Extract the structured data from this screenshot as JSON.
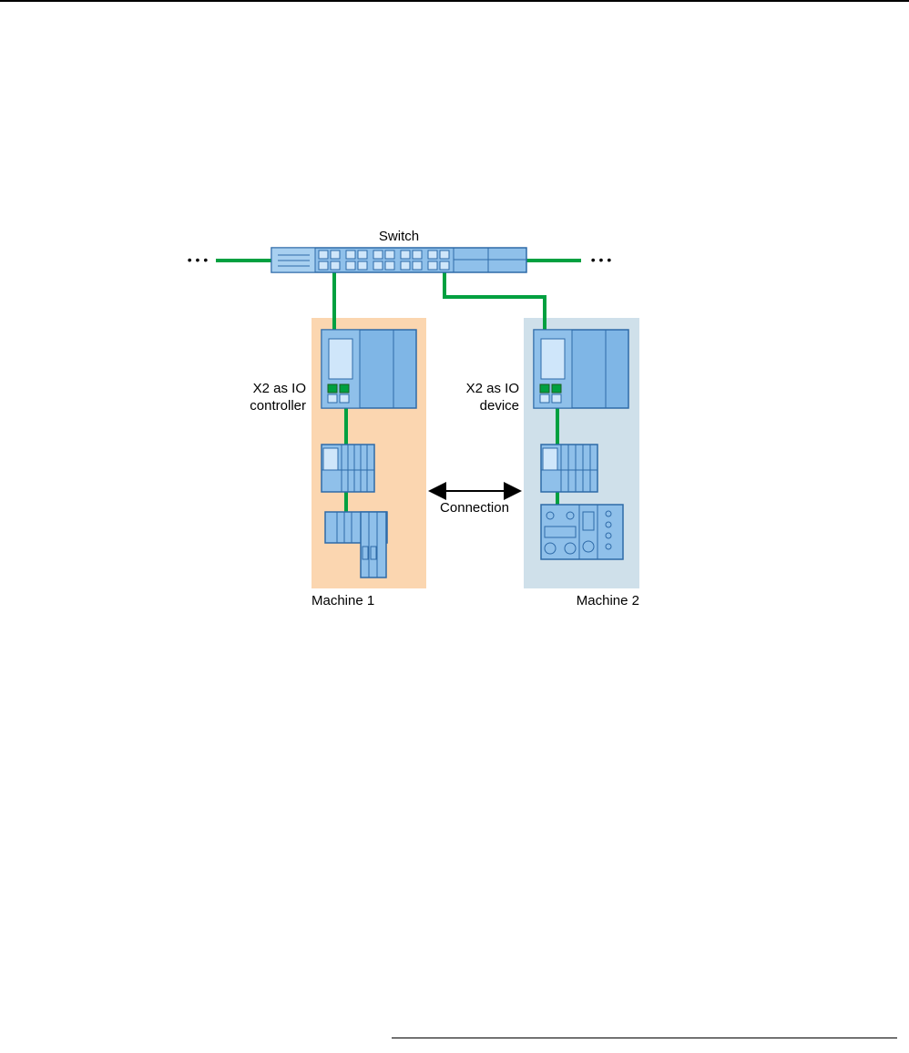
{
  "diagram": {
    "switch_label": "Switch",
    "ellipsis_left": "• • •",
    "ellipsis_right": "• • •",
    "left_role_line1": "X2 as IO",
    "left_role_line2": "controller",
    "right_role_line1": "X2 as IO",
    "right_role_line2": "device",
    "connection_label": "Connection",
    "machine1_label": "Machine 1",
    "machine2_label": "Machine 2"
  },
  "colors": {
    "network_line": "#00a040",
    "machine1_bg": "#fbd6b0",
    "machine2_bg": "#cfe0ea",
    "device_fill": "#7fb6e6",
    "device_stroke": "#2e6aa8"
  }
}
